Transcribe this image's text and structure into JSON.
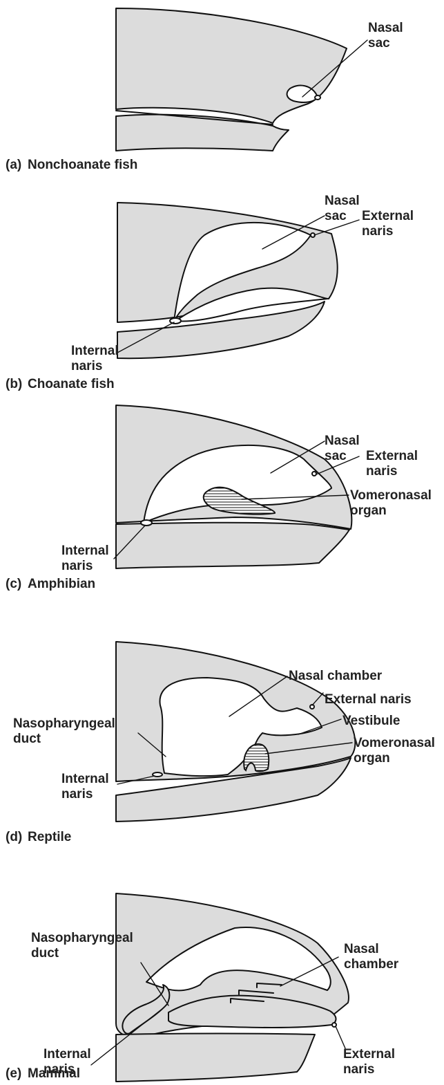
{
  "panels": [
    {
      "caption_letter": "(a)",
      "caption_text": "Nonchoanate fish",
      "labels": {
        "nasal_sac": [
          "Nasal",
          "sac"
        ]
      }
    },
    {
      "caption_letter": "(b)",
      "caption_text": "Choanate fish",
      "labels": {
        "nasal_sac": [
          "Nasal",
          "sac"
        ],
        "external_naris": [
          "External",
          "naris"
        ],
        "internal_naris": [
          "Internal",
          "naris"
        ]
      }
    },
    {
      "caption_letter": "(c)",
      "caption_text": "Amphibian",
      "labels": {
        "nasal_sac": [
          "Nasal",
          "sac"
        ],
        "external_naris": [
          "External",
          "naris"
        ],
        "vomeronasal_organ": [
          "Vomeronasal",
          "organ"
        ],
        "internal_naris": [
          "Internal",
          "naris"
        ]
      }
    },
    {
      "caption_letter": "(d)",
      "caption_text": "Reptile",
      "labels": {
        "nasal_chamber": "Nasal chamber",
        "external_naris": "External naris",
        "vestibule": "Vestibule",
        "nasopharyngeal_duct": [
          "Nasopharyngeal",
          "duct"
        ],
        "vomeronasal_organ": [
          "Vomeronasal",
          "organ"
        ],
        "internal_naris": [
          "Internal",
          "naris"
        ]
      }
    },
    {
      "caption_letter": "(e)",
      "caption_text": "Mammal",
      "labels": {
        "nasopharyngeal_duct": [
          "Nasopharyngeal",
          "duct"
        ],
        "nasal_chamber": [
          "Nasal",
          "chamber"
        ],
        "external_naris": [
          "External",
          "naris"
        ],
        "internal_naris": [
          "Internal",
          "naris"
        ]
      }
    }
  ],
  "colors": {
    "shading": "#dcdcdc",
    "outline": "#111111",
    "text": "#222222"
  }
}
